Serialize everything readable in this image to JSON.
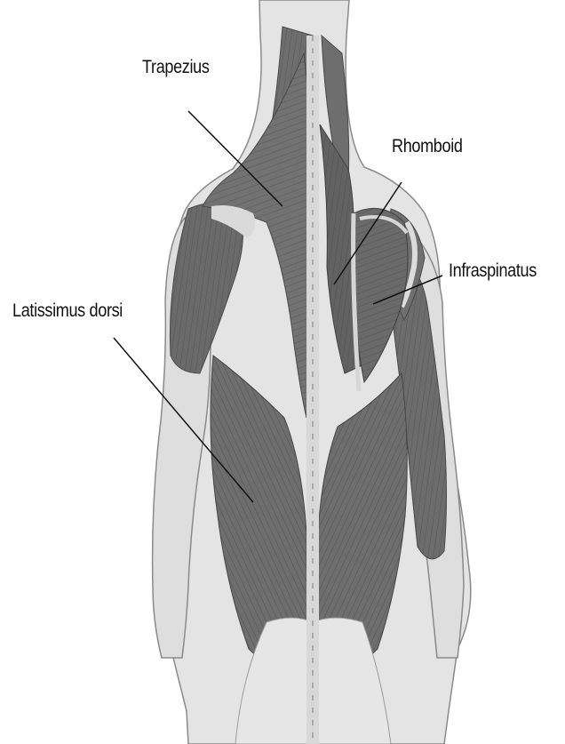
{
  "figure": {
    "labels": {
      "trapezius": "Trapezius",
      "rhomboid": "Rhomboid",
      "infraspinatus": "Infraspinatus",
      "latissimus_dorsi": "Latissimus dorsi"
    },
    "colors": {
      "background": "#ffffff",
      "skin": "#e2e2e2",
      "skin_outline": "#8a8a8a",
      "muscle": "#6f6f6f",
      "muscle_dark": "#505050",
      "tendon": "#dcdcdc",
      "leader_line": "#111111"
    }
  }
}
